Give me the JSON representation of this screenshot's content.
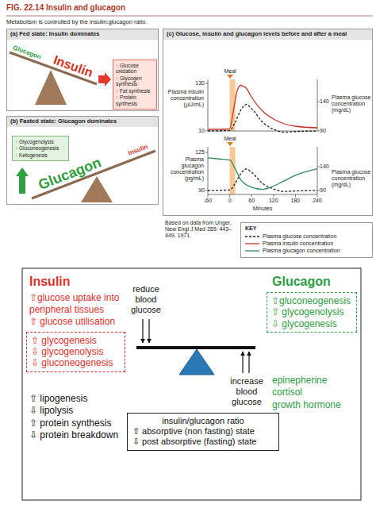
{
  "diagram": {
    "title": "FIG. 22.14 Insulin and glucagon",
    "caption": "Based on data from Unger, New Engl J Med 285: 443–449, 1971.",
    "nodes": [
      {
        "text": [
          "(a) Fed state: Insulin dominates"
        ]
      },
      {
        "text": [
          "↑ Glucose oxidation",
          "↑ Glycogen synthesis",
          "↑ Fat synthesis",
          "↑ Protein synthesis"
        ],
        "in": 0
      },
      {
        "text": [
          "(b) Fasted state: Glucagon dominates"
        ]
      },
      {
        "text": [
          "↑ Glycogenolysis",
          "↑ Gluconeogenesis",
          "↑ Ketogenesis"
        ],
        "in": 2
      },
      {
        "text": [
          "(c) Glucose, insulin and glucagon levels before and after a meal"
        ]
      },
      {
        "text": [
          "KEY"
        ]
      },
      {
        "text": [
          "⇧ glycogenesis",
          "⇩ glycogenolysis",
          "⇩ gluconeogenesis"
        ]
      },
      {
        "text": [
          "⇧gluconeogenesis",
          "⇧ glycogenolysis",
          "⇩ glycogenesis"
        ]
      },
      {
        "text": [
          "insulin/glucagon ratio",
          "⇧ absorptive (non fasting) state",
          "⇩ post absorptive (fasting) state"
        ]
      }
    ],
    "labels": [
      "Metabolism is controlled by the insulin:glucagon ratio.",
      "Glucagon",
      "Insulin",
      "Insulin",
      "Glucagon",
      "Meal",
      "130",
      "Plasma insulin concentration (μU/mL)",
      "10",
      "140",
      "Plasma glucose concentration (mg/dL)",
      "90",
      "Meal",
      "125",
      "Plasma glucagon concentration (pg/mL)",
      "90",
      "140",
      "Plasma glucose concentration (mg/dL)",
      "90",
      "-60",
      "0",
      "60",
      "120",
      "180",
      "240",
      "Minutes",
      "Insulin",
      "⇧glucose uptake into peripheral tissues",
      "⇧ glucose utilisation",
      "reduce blood glucose",
      "increase blood glucose",
      "Glucagon",
      "epinepherine",
      "cortisol",
      "growth hormone",
      "⇧ lipogenesis",
      "⇩ lipolysis",
      "⇧ protein synthesis",
      "⇩ protein breakdown"
    ],
    "legend": [
      {
        "text": "Plasma glucose concentration"
      },
      {
        "text": "Plasma insulin concentration"
      },
      {
        "text": "Plasma glucagon concentration"
      }
    ]
  }
}
